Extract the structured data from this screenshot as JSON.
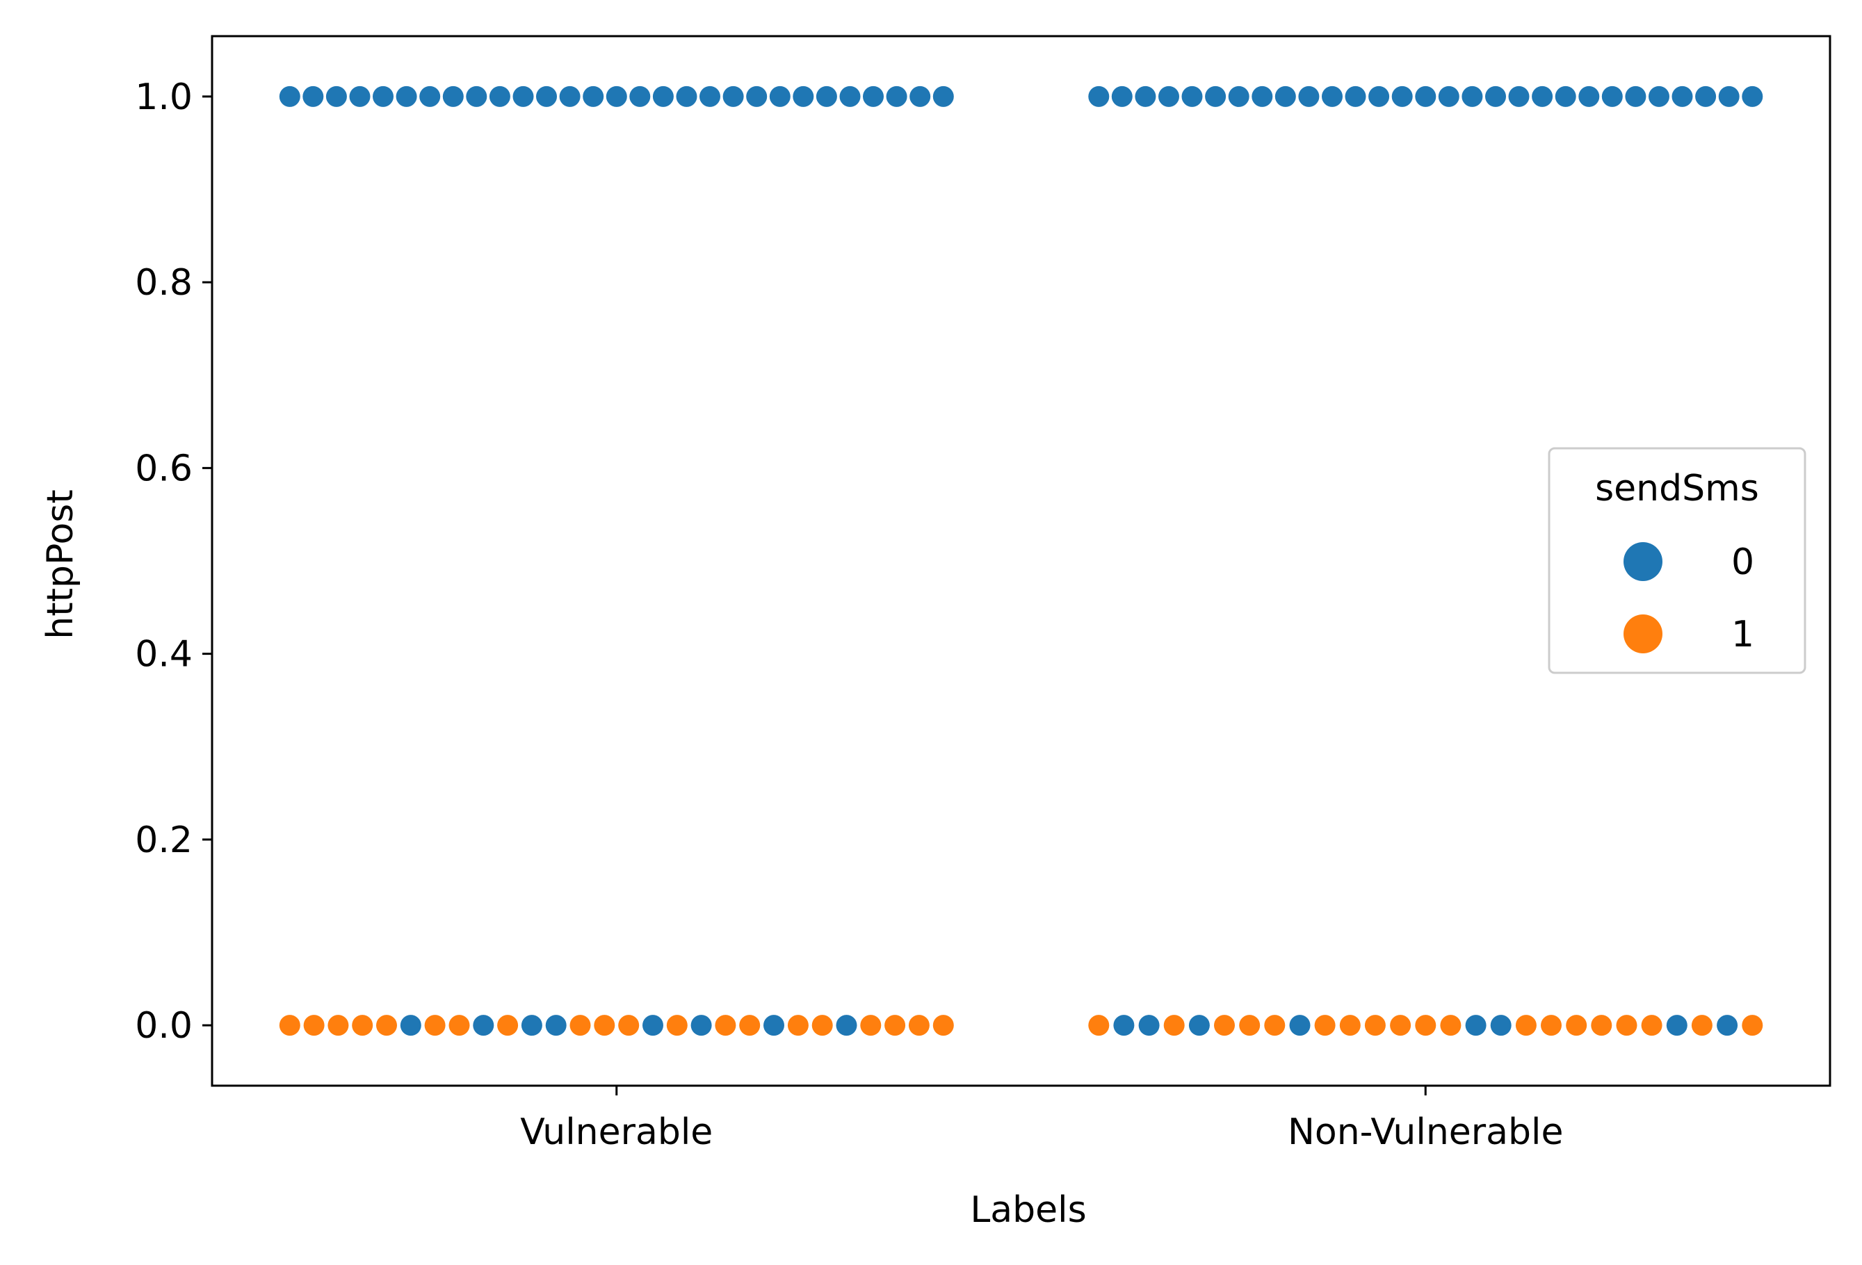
{
  "chart_data": {
    "type": "scatter",
    "subtype": "swarm",
    "title": "",
    "xlabel": "Labels",
    "ylabel": "httpPost",
    "categories": [
      "Vulnerable",
      "Non-Vulnerable"
    ],
    "ylim": [
      -0.065,
      1.065
    ],
    "yticks": [
      0.0,
      0.2,
      0.4,
      0.6,
      0.8,
      1.0
    ],
    "ytick_labels": [
      "0.0",
      "0.2",
      "0.4",
      "0.6",
      "0.8",
      "1.0"
    ],
    "grid": false,
    "legend": {
      "title": "sendSms",
      "placement": "center-right",
      "entries": [
        {
          "label": "0",
          "color": "#1f77b4"
        },
        {
          "label": "1",
          "color": "#ff7f0e"
        }
      ]
    },
    "groups": [
      {
        "category": "Vulnerable",
        "y": 1.0,
        "sendSms": [
          0,
          0,
          0,
          0,
          0,
          0,
          0,
          0,
          0,
          0,
          0,
          0,
          0,
          0,
          0,
          0,
          0,
          0,
          0,
          0,
          0,
          0,
          0,
          0,
          0,
          0,
          0,
          0,
          0
        ]
      },
      {
        "category": "Vulnerable",
        "y": 0.0,
        "sendSms": [
          1,
          1,
          1,
          1,
          1,
          0,
          1,
          1,
          0,
          1,
          0,
          0,
          1,
          1,
          1,
          0,
          1,
          0,
          1,
          1,
          0,
          1,
          1,
          0,
          1,
          1,
          1,
          1
        ]
      },
      {
        "category": "Non-Vulnerable",
        "y": 1.0,
        "sendSms": [
          0,
          0,
          0,
          0,
          0,
          0,
          0,
          0,
          0,
          0,
          0,
          0,
          0,
          0,
          0,
          0,
          0,
          0,
          0,
          0,
          0,
          0,
          0,
          0,
          0,
          0,
          0,
          0,
          0
        ]
      },
      {
        "category": "Non-Vulnerable",
        "y": 0.0,
        "sendSms": [
          1,
          0,
          0,
          1,
          0,
          1,
          1,
          1,
          0,
          1,
          1,
          1,
          1,
          1,
          1,
          0,
          0,
          1,
          1,
          1,
          1,
          1,
          1,
          0,
          1,
          0,
          1
        ]
      }
    ]
  }
}
